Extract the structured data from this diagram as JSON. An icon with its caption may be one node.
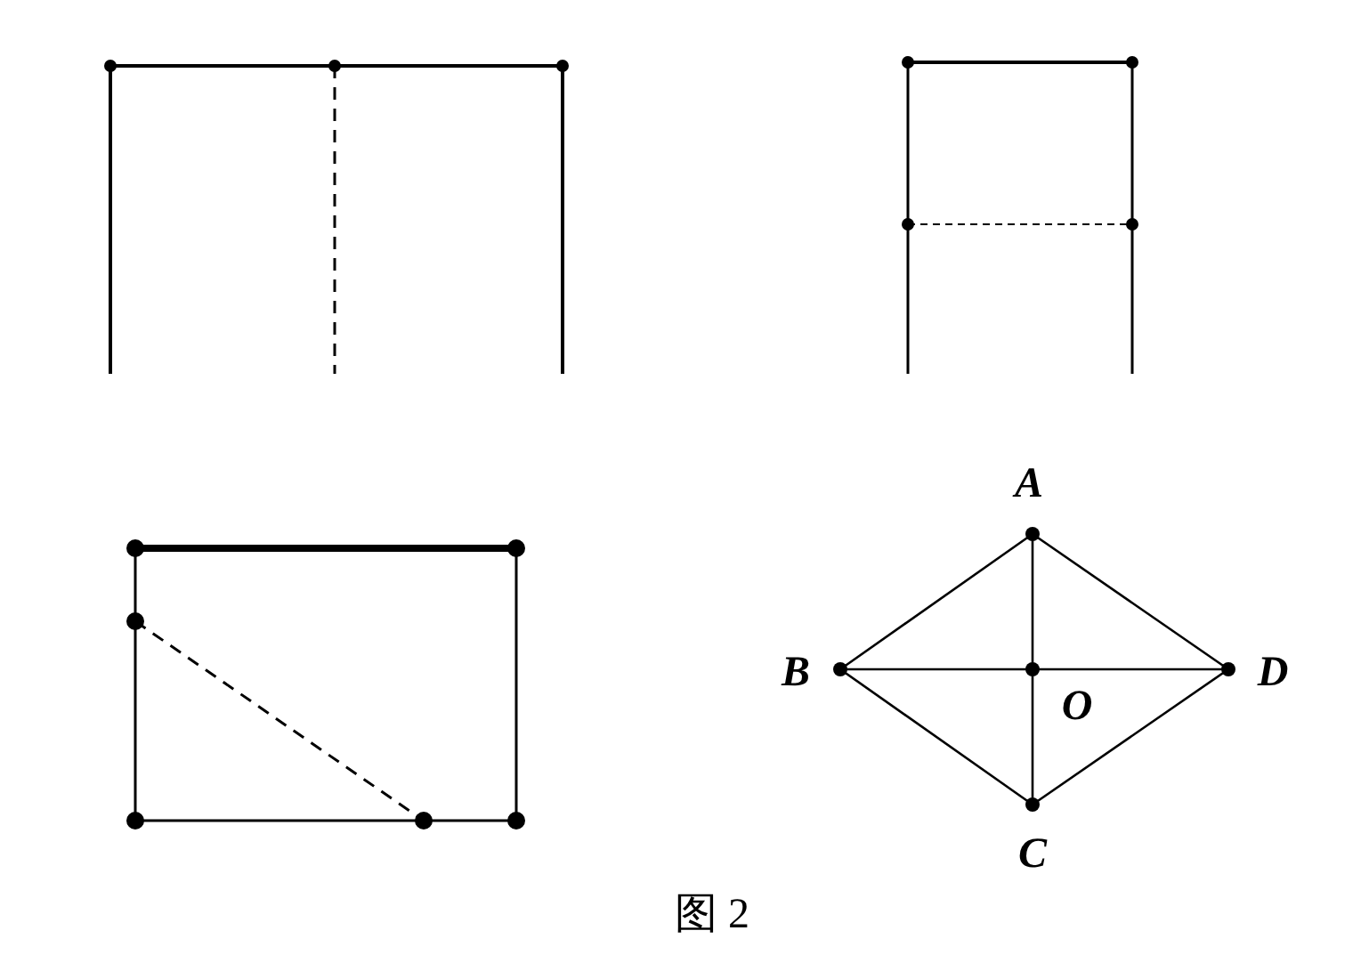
{
  "diagram": {
    "caption": "图 2",
    "nodes": [
      {
        "text": [
          "A"
        ]
      },
      {
        "text": [
          "B"
        ]
      },
      {
        "text": [
          "D"
        ]
      },
      {
        "text": [
          "O"
        ]
      },
      {
        "text": [
          "C"
        ]
      }
    ],
    "edges": [
      {
        "from": 0,
        "to": 1,
        "arrow": "none"
      },
      {
        "from": 0,
        "to": 2,
        "arrow": "none"
      },
      {
        "from": 1,
        "to": 4,
        "arrow": "none"
      },
      {
        "from": 2,
        "to": 4,
        "arrow": "none"
      },
      {
        "from": 0,
        "to": 3,
        "arrow": "none"
      },
      {
        "from": 3,
        "to": 4,
        "arrow": "none"
      },
      {
        "from": 1,
        "to": 3,
        "arrow": "none"
      },
      {
        "from": 3,
        "to": 2,
        "arrow": "none"
      }
    ]
  }
}
